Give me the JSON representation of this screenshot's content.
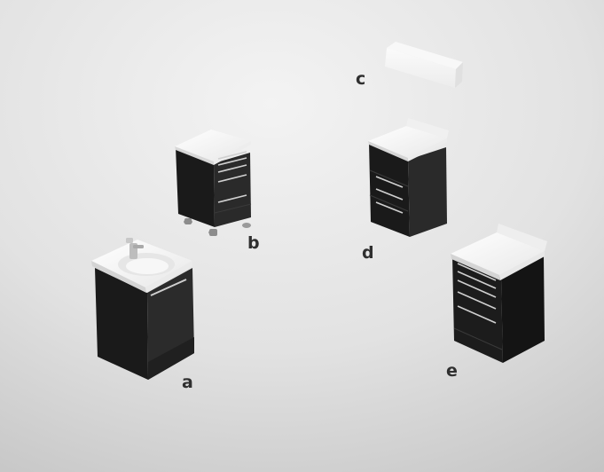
{
  "scene": {
    "background": {
      "light": "#f2f2f2",
      "dark": "#bdbdbd"
    },
    "colors": {
      "cabinet_front": "#262626",
      "cabinet_side": "#161616",
      "countertop": "#f5f5f5",
      "countertop_edge": "#d9d9d9",
      "handle": "#cfcfcf"
    },
    "items": [
      {
        "id": "a",
        "label": "a",
        "kind": "sink-cabinet"
      },
      {
        "id": "b",
        "label": "b",
        "kind": "mobile-drawer-cabinet"
      },
      {
        "id": "c",
        "label": "c",
        "kind": "wall-shelf"
      },
      {
        "id": "d",
        "label": "d",
        "kind": "three-drawer-cabinet"
      },
      {
        "id": "e",
        "label": "e",
        "kind": "five-drawer-cabinet"
      }
    ]
  }
}
